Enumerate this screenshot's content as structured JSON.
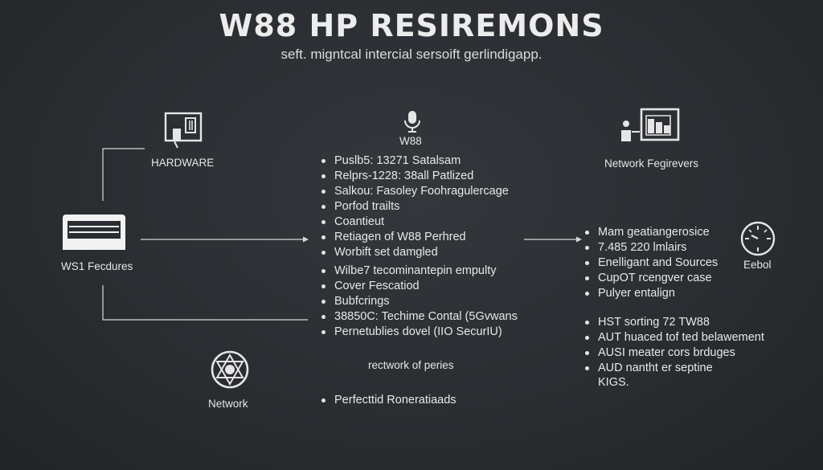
{
  "header": {
    "title": "W88 HP RESIREMONS",
    "subtitle": "seft. migntcal intercial sersoift gerlindigapp."
  },
  "nodes": {
    "hardware": {
      "label": "HARDWARE",
      "icon": "hardware-icon"
    },
    "w88": {
      "label": "W88",
      "icon": "microphone-icon"
    },
    "network_fegirevers": {
      "label": "Network Fegirevers",
      "icon": "monitor-person-icon"
    },
    "ws1_fecdures": {
      "label": "WS1 Fecdures",
      "icon": "computer-monitor-icon"
    },
    "eebol": {
      "label": "Eebol",
      "icon": "clock-icon"
    },
    "network": {
      "label": "Network",
      "icon": "network-star-icon"
    },
    "network_of_peries": {
      "label": "rectwork of peries"
    }
  },
  "center_list": {
    "items": [
      "Puslb5: 13271 Satalsam",
      "Relprs-1228: 38all Patlized",
      "Salkou: Fasoley Foohragulercage",
      "Porfod trailts",
      "Coantieut",
      "Retiagen of W88 Perhred",
      "Worbift set damgled",
      "Wilbe7 tecominantepin empulty",
      "Cover Fescatiod",
      "Bubfcrings",
      "38850C: Techime Contal (5Gvwans",
      "Pernetublies dovel (IIO SecurIU)"
    ],
    "footer_item": "Perfecttid Roneratiaads"
  },
  "right_list": {
    "group1": [
      "Mam geatiangerosice",
      "7.485 220 lmlairs",
      "Enelligant and Sources",
      "CupOT rcengver case",
      "Pulyer entalign"
    ],
    "group2": [
      "HST sorting 72 TW88",
      "AUT huaced tof ted belawement",
      "AUSI meater cors brduges",
      "AUD nantht er septine"
    ],
    "tail": "KIGS."
  },
  "colors": {
    "background": "#2a2d31",
    "foreground": "#e9e9e9"
  }
}
